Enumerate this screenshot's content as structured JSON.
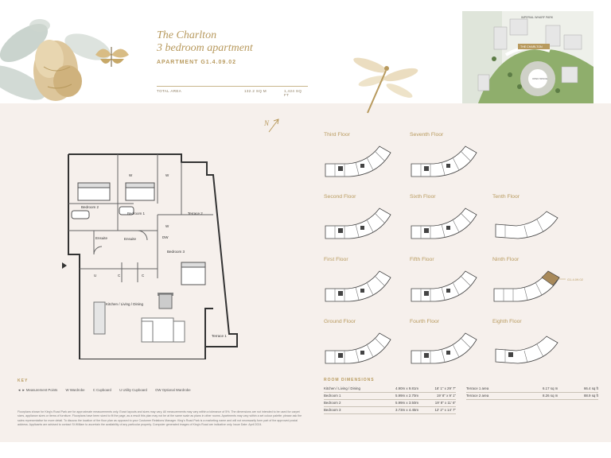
{
  "brand": {
    "name": "The Charlton",
    "type": "3 bedroom apartment",
    "apartment": "APARTMENT G1.4.09.02",
    "area_label": "TOTAL AREA",
    "area_sqm": "132.2 SQ M",
    "area_sqft": "1,424 SQ FT"
  },
  "sitemap": {
    "label_top": "IMPERIAL WHARF PARK",
    "label_building": "THE CHARLTON",
    "label_centre": "OPEN SPACE"
  },
  "north_marker": "N",
  "plan": {
    "rooms": [
      "Bedroom 2",
      "Bedroom 1",
      "Terrace 2",
      "Ensuite",
      "Ensuite",
      "Bedroom 3",
      "Kitchen / Living / Dining",
      "Terrace 1"
    ],
    "marks": [
      "W",
      "W",
      "W",
      "U",
      "C",
      "C",
      "DW"
    ]
  },
  "key": {
    "title": "KEY",
    "items": [
      "◄ ► Measurement Points",
      "W  Wardrobe",
      "C  Cupboard",
      "U  Utility Cupboard",
      "OW  Optional Wardrobe"
    ]
  },
  "disclaimer": "Floorplans shown for King's Road Park are for approximate measurements only. Exact layouts and sizes may vary. All measurements may vary within a tolerance of 5%. The dimensions are not intended to be used for carpet sizes, appliance sizes or items of furniture. Floorplans have been sized to fit the page, as a result this plan may not be at the same scale as plans in other rooms. Apartments may vary within a set colour palette; please ask the sales representative for more detail. To discuss the location of the floor plan as opposed to your Customer Relations Manager. King's Road Park is a marketing name and will not necessarily form part of the approved postal address. Applicants are advised to contact St William to ascertain the availability of any particular property. Computer generated images of King's Road are indicative only. Issue Date: April 2024.",
  "floors": [
    "Third Floor",
    "Seventh Floor",
    "Second Floor",
    "Sixth Floor",
    "Tenth Floor",
    "First Floor",
    "Fifth Floor",
    "Ninth Floor",
    "Ground Floor",
    "Fourth Floor",
    "Eighth Floor"
  ],
  "highlight_label": "G1.4.09.02",
  "room_dimensions": {
    "title": "ROOM DIMENSIONS",
    "left": [
      {
        "name": "Kitchen / Living / Dining",
        "metric": "4.90m x 9.81m",
        "imperial": "16' 1\" x 29' 7\""
      },
      {
        "name": "Bedroom 1",
        "metric": "5.99m x 2.70m",
        "imperial": "19' 8\" x 9' 1\""
      },
      {
        "name": "Bedroom 2",
        "metric": "5.99m x 3.50m",
        "imperial": "19' 8\" x 11' 6\""
      },
      {
        "name": "Bedroom 3",
        "metric": "3.73m x 4.45m",
        "imperial": "12' 2\" x 14' 7\""
      }
    ],
    "right": [
      {
        "name": "Terrace 1 area",
        "metric": "6.17 sq m",
        "imperial": "66.4 sq ft"
      },
      {
        "name": "Terrace 2 area",
        "metric": "8.26 sq m",
        "imperial": "88.9 sq ft"
      }
    ]
  },
  "colors": {
    "gold": "#b89a5e",
    "background": "#f6f0ec",
    "highlight": "#a8895a"
  }
}
